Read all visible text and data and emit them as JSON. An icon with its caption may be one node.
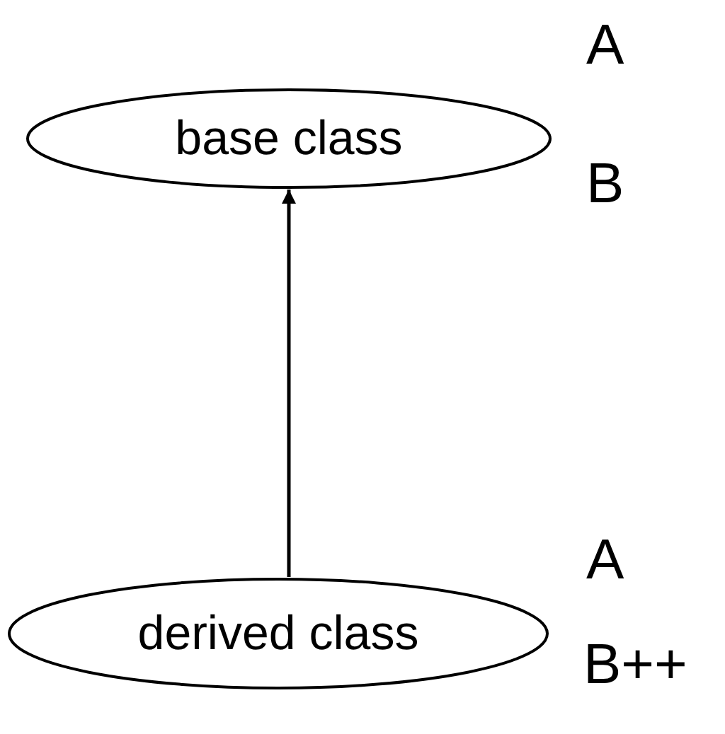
{
  "diagram": {
    "nodes": [
      {
        "text": [
          "base class"
        ],
        "beside": [
          "A",
          "B"
        ]
      },
      {
        "text": [
          "derived class"
        ],
        "beside": [
          "A",
          "B++"
        ]
      }
    ],
    "edges": [
      {
        "from": 1,
        "to": 0,
        "arrow": "to"
      }
    ]
  }
}
